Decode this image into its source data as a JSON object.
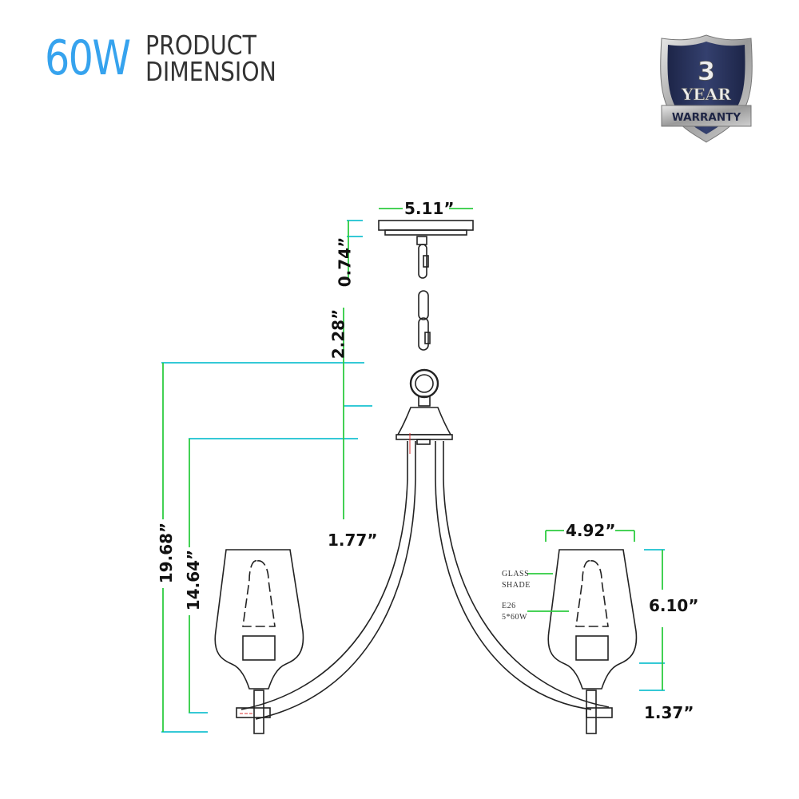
{
  "header": {
    "wattage": "60W",
    "title_line1": "PRODUCT",
    "title_line2": "DIMENSION"
  },
  "badge": {
    "number": "3",
    "word": "YEAR",
    "ribbon": "WARRANTY"
  },
  "dimensions": {
    "canopy_width": "5.11”",
    "canopy_height": "0.74”",
    "chain_length": "2.28”",
    "overall_height": "19.68”",
    "arm_height": "14.64”",
    "body_drop": "1.77”",
    "shade_width": "4.92”",
    "shade_height": "6.10”",
    "socket_height": "1.37”"
  },
  "labels": {
    "glass_shade_1": "GLASS",
    "glass_shade_2": "SHADE",
    "bulb_1": "E26",
    "bulb_2": "5*60W"
  },
  "colors": {
    "accent_blue": "#36a3ee",
    "dim_green": "#2ecc40",
    "ext_cyan": "#35c9d6",
    "line_black": "#222222",
    "badge_navy": "#26305a"
  }
}
